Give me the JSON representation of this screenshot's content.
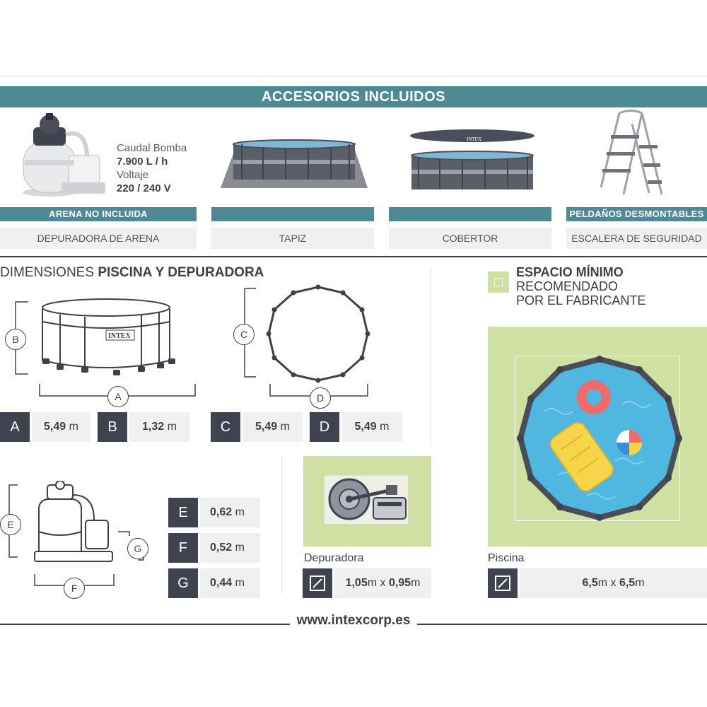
{
  "header": {
    "title": "ACCESORIOS INCLUIDOS"
  },
  "pump": {
    "caudal_label": "Caudal Bomba",
    "caudal_value": "7.900 L / h",
    "voltaje_label": "Voltaje",
    "voltaje_value": "220 / 240 V"
  },
  "accessories": [
    {
      "bar": "ARENA NO INCLUIDA",
      "name": "DEPURADORA DE ARENA"
    },
    {
      "bar": "",
      "name": "TAPIZ"
    },
    {
      "bar": "",
      "name": "COBERTOR"
    },
    {
      "bar": "PELDAÑOS DESMONTABLES",
      "name": "ESCALERA DE SEGURIDAD"
    }
  ],
  "brand_on_pool": "INTEX",
  "dimensions": {
    "title_light": "DIMENSIONES ",
    "title_bold": "PISCINA Y DEPURADORA",
    "items": {
      "A": {
        "letter": "A",
        "value": "5,49",
        "unit": " m"
      },
      "B": {
        "letter": "B",
        "value": "1,32",
        "unit": " m"
      },
      "C": {
        "letter": "C",
        "value": "5,49",
        "unit": " m"
      },
      "D": {
        "letter": "D",
        "value": "5,49",
        "unit": " m"
      },
      "E": {
        "letter": "E",
        "value": "0,62",
        "unit": " m"
      },
      "F": {
        "letter": "F",
        "value": "0,52",
        "unit": " m"
      },
      "G": {
        "letter": "G",
        "value": "0,44",
        "unit": " m"
      }
    }
  },
  "space": {
    "line1": "ESPACIO MÍNIMO",
    "line2": "RECOMENDADO",
    "line3": "POR EL FABRICANTE",
    "depuradora_caption": "Depuradora",
    "depuradora_dim_a": "1,05",
    "depuradora_x": "m x ",
    "depuradora_dim_b": "0,95",
    "depuradora_unit": "m",
    "piscina_caption": "Piscina",
    "piscina_dim_a": "6,5",
    "piscina_x": "m x ",
    "piscina_dim_b": "6,5",
    "piscina_unit": "m"
  },
  "footer": {
    "url": "www.intexcorp.es"
  },
  "colors": {
    "teal": "#4e8a96",
    "dark": "#3f4350",
    "green": "#cfe0a2",
    "water": "#4fb7e0"
  }
}
